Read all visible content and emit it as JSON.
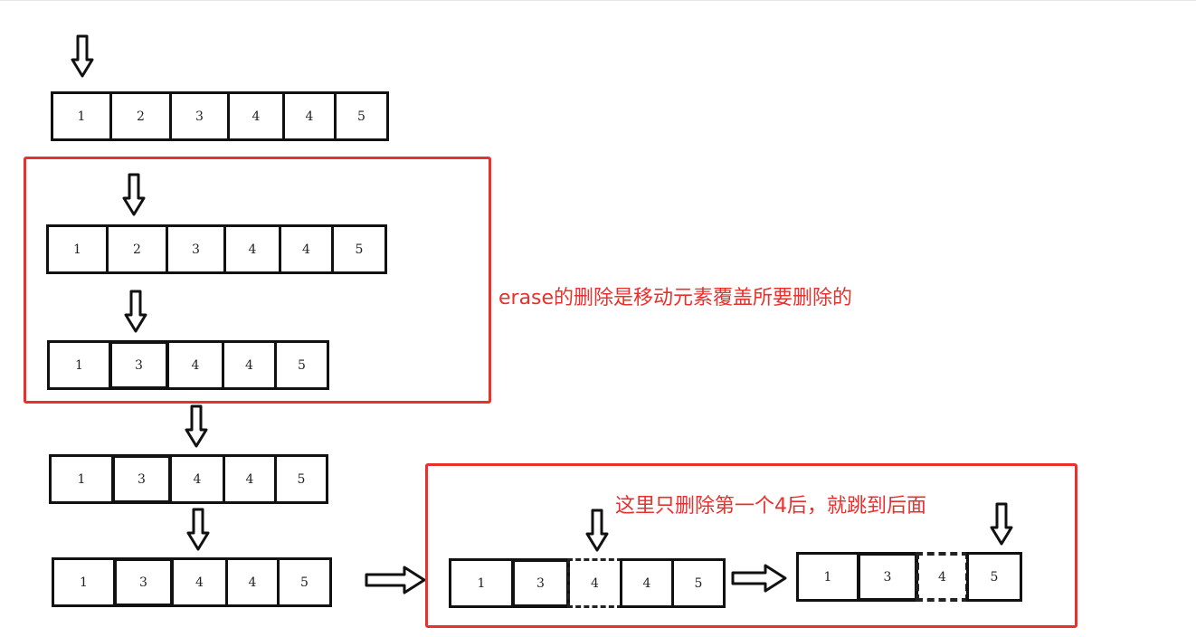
{
  "rows": [
    {
      "id": "row1",
      "cells": [
        "1",
        "2",
        "3",
        "4",
        "4",
        "5"
      ]
    },
    {
      "id": "row2",
      "cells": [
        "1",
        "2",
        "3",
        "4",
        "4",
        "5"
      ]
    },
    {
      "id": "row3",
      "cells": [
        "1",
        "3",
        "4",
        "4",
        "5"
      ]
    },
    {
      "id": "row4",
      "cells": [
        "1",
        "3",
        "4",
        "4",
        "5"
      ]
    },
    {
      "id": "row5",
      "cells": [
        "1",
        "3",
        "4",
        "4",
        "5"
      ]
    },
    {
      "id": "row6",
      "cells": [
        "1",
        "3",
        "4",
        "4",
        "5"
      ]
    },
    {
      "id": "row7",
      "cells": [
        "1",
        "3",
        "4",
        "5"
      ]
    }
  ],
  "notes": {
    "erase_note": "erase的删除是移动元素覆盖所要删除的",
    "jump_note": "这里只删除第一个4后，就跳到后面"
  },
  "colors": {
    "highlight": "#e8302c",
    "ink": "#111111"
  }
}
